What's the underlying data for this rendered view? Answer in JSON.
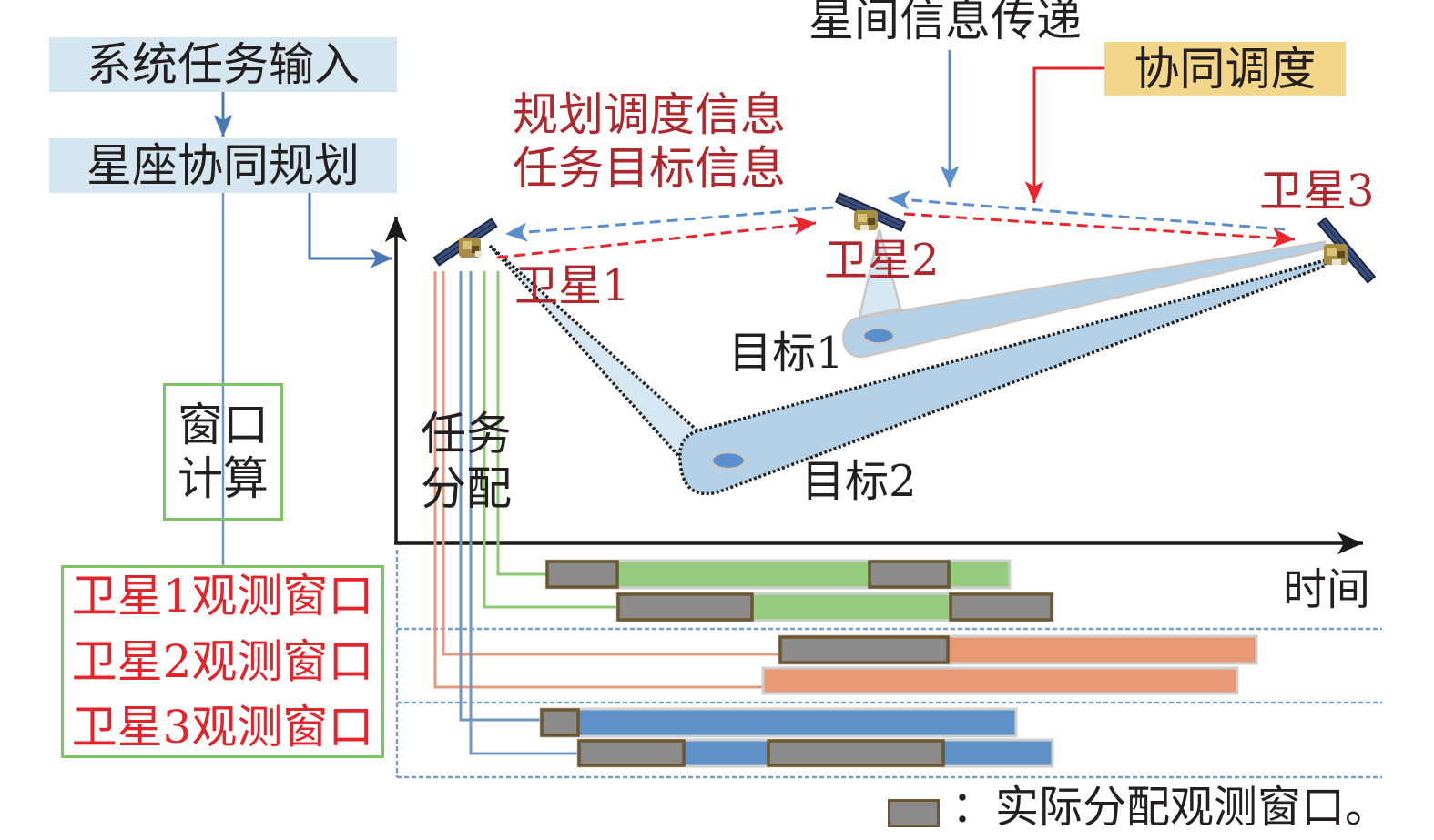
{
  "flow": {
    "system_task_input": "系统任务输入",
    "constellation_planning": "星座协同规划",
    "window_calculation": {
      "line1": "窗口",
      "line2": "计算"
    },
    "observation_windows": [
      "卫星1观测窗口",
      "卫星2观测窗口",
      "卫星3观测窗口"
    ],
    "task_assignment": {
      "line1": "任务",
      "line2": "分配"
    }
  },
  "communication": {
    "inter_satellite_transfer": "星间信息传递",
    "cooperative_scheduling": "协同调度",
    "exchanged_info": [
      "规划调度信息",
      "任务目标信息"
    ]
  },
  "satellites": [
    {
      "label": "卫星1"
    },
    {
      "label": "卫星2"
    },
    {
      "label": "卫星3"
    }
  ],
  "targets": [
    {
      "label": "目标1",
      "observed_by": [
        "卫星2",
        "卫星3"
      ]
    },
    {
      "label": "目标2",
      "observed_by": [
        "卫星1",
        "卫星3"
      ]
    }
  ],
  "time_axis": {
    "label": "时间"
  },
  "timeline": {
    "rows": [
      {
        "satellite": "卫星1",
        "segments": [
          "assigned",
          "available",
          "assigned",
          "available"
        ]
      },
      {
        "satellite": "卫星1",
        "segments": [
          "assigned",
          "available",
          "assigned"
        ]
      },
      {
        "satellite": "卫星2",
        "segments": [
          "assigned",
          "available"
        ]
      },
      {
        "satellite": "卫星2",
        "segments": [
          "available"
        ]
      },
      {
        "satellite": "卫星3",
        "segments": [
          "assigned",
          "available"
        ]
      },
      {
        "satellite": "卫星3",
        "segments": [
          "assigned",
          "available",
          "assigned",
          "available"
        ]
      }
    ]
  },
  "legend": {
    "text": "：实际分配观测窗口。"
  },
  "colors": {
    "satellite_1": "#97CB80",
    "satellite_2": "#E89874",
    "satellite_3": "#5E91C9",
    "assigned_window": "#8C8A8B",
    "assigned_border": "#6B5730",
    "info_transfer": "#5B8FCB",
    "scheduling": "#E8262C"
  }
}
